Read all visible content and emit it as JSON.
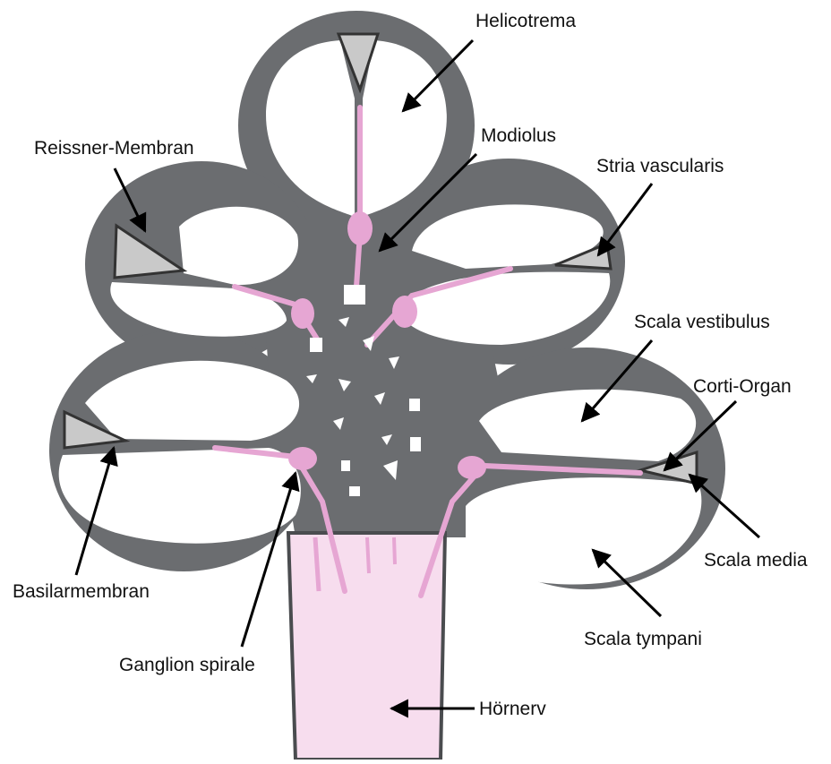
{
  "colors": {
    "tissue": "#6b6d70",
    "outline": "#4a4c4f",
    "nerve_pink": "#e6a6d3",
    "nerve_light": "#f7ddee",
    "cavity": "#ffffff",
    "organ_grey": "#c9c9c9",
    "arrow": "#000000"
  },
  "labels": {
    "helicotrema": "Helicotrema",
    "modiolus": "Modiolus",
    "reissner": "Reissner-Membran",
    "stria": "Stria vascularis",
    "scala_vestibulus": "Scala vestibulus",
    "corti": "Corti-Organ",
    "scala_media": "Scala media",
    "scala_tympani": "Scala tympani",
    "basilarmembran": "Basilarmembran",
    "ganglion": "Ganglion spirale",
    "hoernerv": "Hörnerv"
  }
}
